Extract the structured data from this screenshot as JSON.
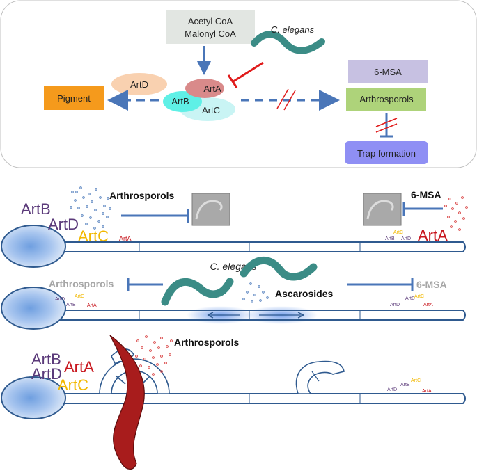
{
  "panel_top": {
    "precursor": [
      "Acetyl CoA",
      "Malonyl CoA"
    ],
    "organism": "C. elegans",
    "enzymes": {
      "artA": "ArtA",
      "artB": "ArtB",
      "artC": "ArtC",
      "artD": "ArtD"
    },
    "pigment": "Pigment",
    "msa": "6-MSA",
    "arthrosporols": "Arthrosporols",
    "trap": "Trap formation"
  },
  "row1": {
    "arthrosporols": "Arthrosporols",
    "msa": "6-MSA",
    "left_labels": {
      "artB": "ArtB",
      "artD": "ArtD",
      "artC": "ArtC",
      "artA": "ArtA"
    },
    "right_labels": {
      "artC": "ArtC",
      "artB": "ArtB",
      "artD": "ArtD",
      "artA": "ArtA"
    }
  },
  "row2": {
    "organism": "C. elegans",
    "arthrosporols": "Arthrosporols",
    "ascarosides": "Ascarosides",
    "msa": "6-MSA",
    "left_labels": {
      "artD": "ArtD",
      "artC": "ArtC",
      "artB": "ArtB",
      "artA": "ArtA"
    },
    "right_labels": {
      "artB": "ArtB",
      "artC": "ArtC",
      "artD": "ArtD",
      "artA": "ArtA"
    }
  },
  "row3": {
    "arthrosporols": "Arthrosporols",
    "left_labels": {
      "artB": "ArtB",
      "artD": "ArtD",
      "artA": "ArtA",
      "artC": "ArtC"
    },
    "right_labels": {
      "artC": "ArtC",
      "artB": "ArtB",
      "artD": "ArtD",
      "artA": "ArtA"
    }
  },
  "colors": {
    "purple": "#5b3a7a",
    "yellow": "#f2b800",
    "red": "#c8161d",
    "hypha": "#2f5a8f",
    "worm": "#3b8c86",
    "grey_text": "#a6a6a6"
  }
}
